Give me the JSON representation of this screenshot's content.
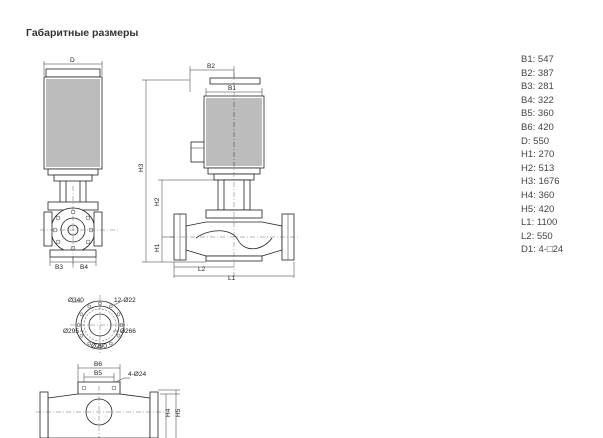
{
  "heading": "Габаритные размеры",
  "dimensions": [
    {
      "key": "B1",
      "value": "547"
    },
    {
      "key": "B2",
      "value": "387"
    },
    {
      "key": "B3",
      "value": "281"
    },
    {
      "key": "B4",
      "value": "322"
    },
    {
      "key": "B5",
      "value": "360"
    },
    {
      "key": "B6",
      "value": "420"
    },
    {
      "key": "D",
      "value": "550"
    },
    {
      "key": "H1",
      "value": "270"
    },
    {
      "key": "H2",
      "value": "513"
    },
    {
      "key": "H3",
      "value": "1676"
    },
    {
      "key": "H4",
      "value": "360"
    },
    {
      "key": "H5",
      "value": "420"
    },
    {
      "key": "L1",
      "value": "1100"
    },
    {
      "key": "L2",
      "value": "550"
    },
    {
      "key": "D1",
      "value": "4-□24"
    }
  ],
  "drawing_labels": {
    "front": {
      "D": "D",
      "B3": "B3",
      "B4": "B4"
    },
    "side": {
      "B1": "B1",
      "B2": "B2",
      "H1": "H1",
      "H2": "H2",
      "H3": "H3",
      "L1": "L1",
      "L2": "L2"
    },
    "flange": {
      "d340": "Ø340",
      "holes": "12-Ø22",
      "d295": "Ø295",
      "d266": "Ø266",
      "d200": "Ø200"
    },
    "base": {
      "B5": "B5",
      "B6": "B6",
      "holes": "4-Ø24",
      "H4": "H4",
      "H5": "H5"
    }
  }
}
